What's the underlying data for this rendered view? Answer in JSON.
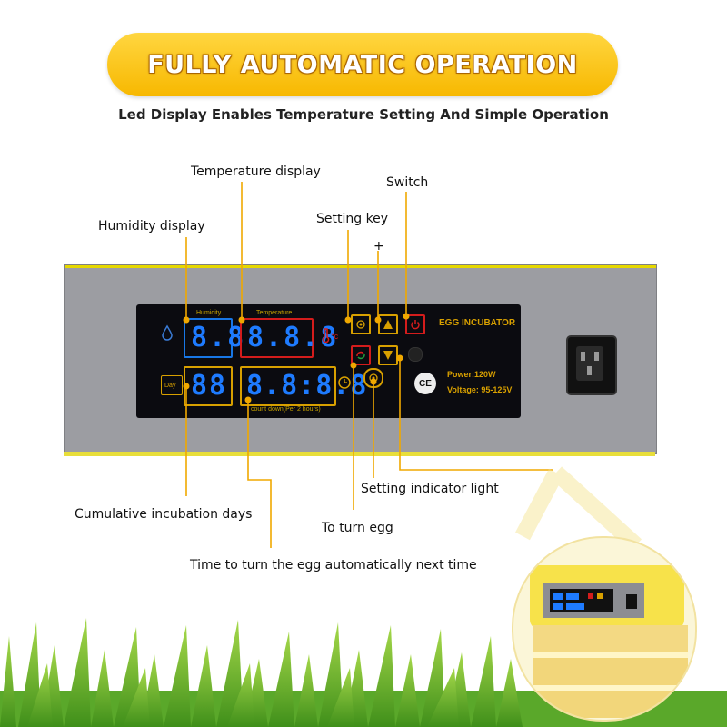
{
  "banner": {
    "title": "FULLY AUTOMATIC OPERATION"
  },
  "subtitle": "Led Display Enables Temperature Setting And Simple Operation",
  "callouts": {
    "temperature_display": "Temperature display",
    "switch": "Switch",
    "humidity_display": "Humidity display",
    "setting_key": "Setting key",
    "plus": "+",
    "setting_indicator_light": "Setting indicator light",
    "cumulative_incubation_days": "Cumulative incubation days",
    "to_turn_egg": "To turn egg",
    "time_to_turn_egg": "Time to turn the egg automatically next time"
  },
  "panel": {
    "humidity_label": "Humidity",
    "temperature_label": "Temperature",
    "humidity_value": "8.8",
    "temperature_value": "8.8.8",
    "days_value": "88",
    "countdown_value": "8.8:8.8",
    "days_label": "Day",
    "countdown_label": "count down(Per 2 hours)",
    "brand": "EGG INCUBATOR",
    "power": "Power:120W",
    "voltage": "Voltage: 95-125V",
    "ce_mark": "CE"
  },
  "colors": {
    "banner": "#f9c300",
    "callout_line": "#f0a800",
    "digit_blue": "#1e7bff",
    "box_blue": "#1877e6",
    "box_red": "#d41c1c",
    "box_yellow": "#d8a000"
  }
}
